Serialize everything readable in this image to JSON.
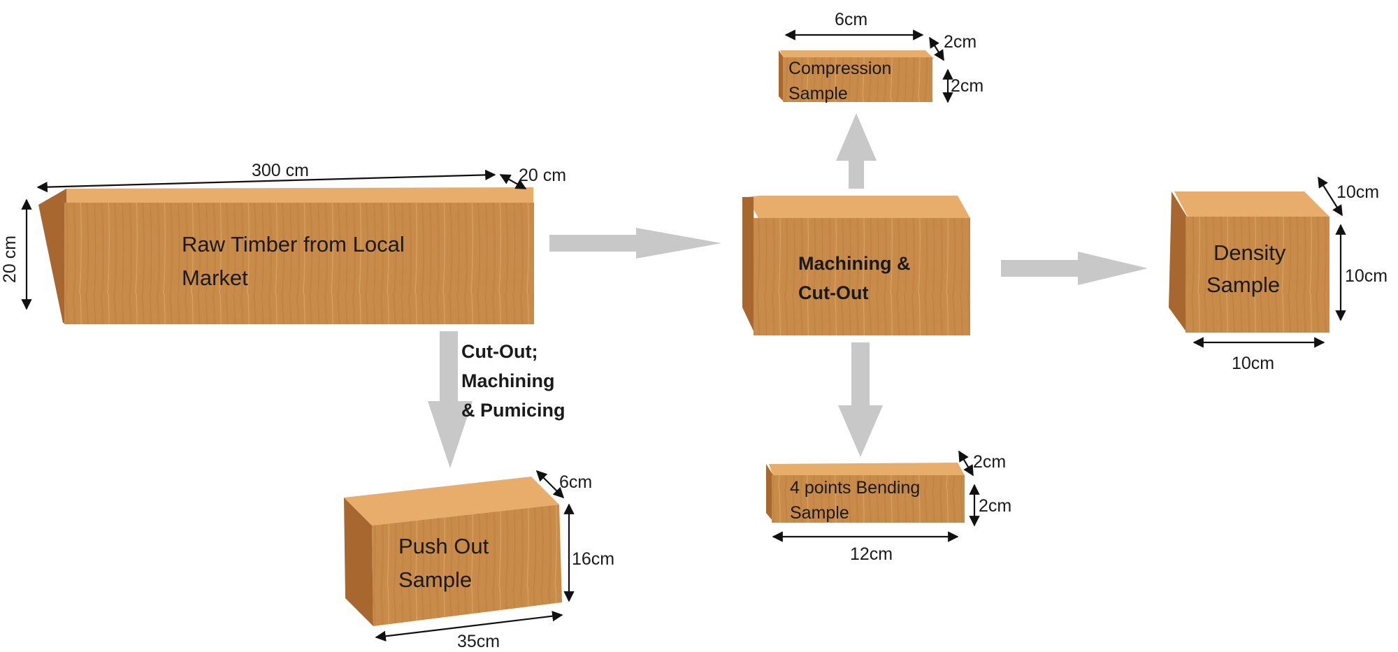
{
  "colors": {
    "wood_front": "#c88b4a",
    "wood_top": "#e8ad6b",
    "wood_side": "#a8672f",
    "flow_arrow": "#c8c8c8",
    "text": "#1a1a1a"
  },
  "blocks": {
    "raw_timber": {
      "label_line1": "Raw Timber from Local",
      "label_line2": "Market",
      "dim_length": "300 cm",
      "dim_depth": "20 cm",
      "dim_height": "20 cm"
    },
    "machining": {
      "label_line1": "Machining &",
      "label_line2": "Cut-Out"
    },
    "compression": {
      "label_line1": "Compression",
      "label_line2": "Sample",
      "dim_length": "6cm",
      "dim_depth": "2cm",
      "dim_height": "2cm"
    },
    "density": {
      "label_line1": "Density",
      "label_line2": "Sample",
      "dim_depth": "10cm",
      "dim_height": "10cm",
      "dim_length": "10cm"
    },
    "bending": {
      "label_line1": "4 points Bending",
      "label_line2": "Sample",
      "dim_depth": "2cm",
      "dim_height": "2cm",
      "dim_length": "12cm"
    },
    "push_out": {
      "label_line1": "Push Out",
      "label_line2": "Sample",
      "dim_depth": "6cm",
      "dim_height": "16cm",
      "dim_length": "35cm"
    }
  },
  "process_step": {
    "line1": "Cut-Out;",
    "line2": "Machining",
    "line3": "& Pumicing"
  }
}
